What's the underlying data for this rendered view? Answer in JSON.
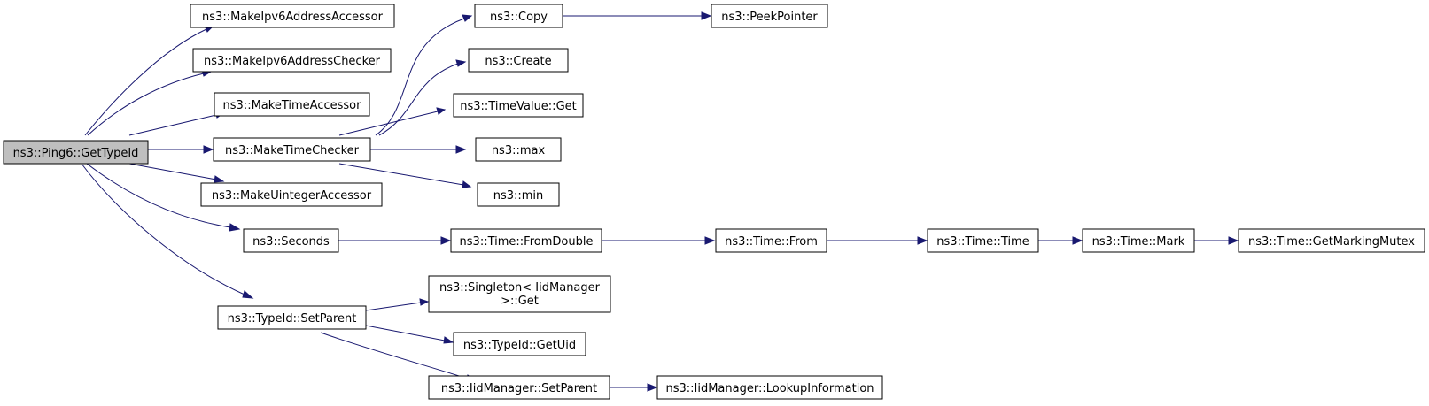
{
  "colors": {
    "edge": "#191970",
    "root_fill": "#bfbfbf",
    "node_fill": "#ffffff",
    "node_border": "#000000"
  },
  "nodes": {
    "root": "ns3::Ping6::GetTypeId",
    "make_ipv6_address_accessor": "ns3::MakeIpv6AddressAccessor",
    "make_ipv6_address_checker": "ns3::MakeIpv6AddressChecker",
    "make_time_accessor": "ns3::MakeTimeAccessor",
    "make_time_checker": "ns3::MakeTimeChecker",
    "make_uinteger_accessor": "ns3::MakeUintegerAccessor",
    "seconds": "ns3::Seconds",
    "typeid_set_parent": "ns3::TypeId::SetParent",
    "copy": "ns3::Copy",
    "peek_pointer": "ns3::PeekPointer",
    "create": "ns3::Create",
    "timevalue_get": "ns3::TimeValue::Get",
    "max": "ns3::max",
    "min": "ns3::min",
    "time_from_double": "ns3::Time::FromDouble",
    "time_from": "ns3::Time::From",
    "time_time": "ns3::Time::Time",
    "time_mark": "ns3::Time::Mark",
    "time_get_marking_mutex": "ns3::Time::GetMarkingMutex",
    "singleton_get_line1": "ns3::Singleton< IidManager",
    "singleton_get_line2": ">::Get",
    "typeid_get_uid": "ns3::TypeId::GetUid",
    "iidmanager_set_parent": "ns3::IidManager::SetParent",
    "iidmanager_lookup_information": "ns3::IidManager::LookupInformation"
  }
}
